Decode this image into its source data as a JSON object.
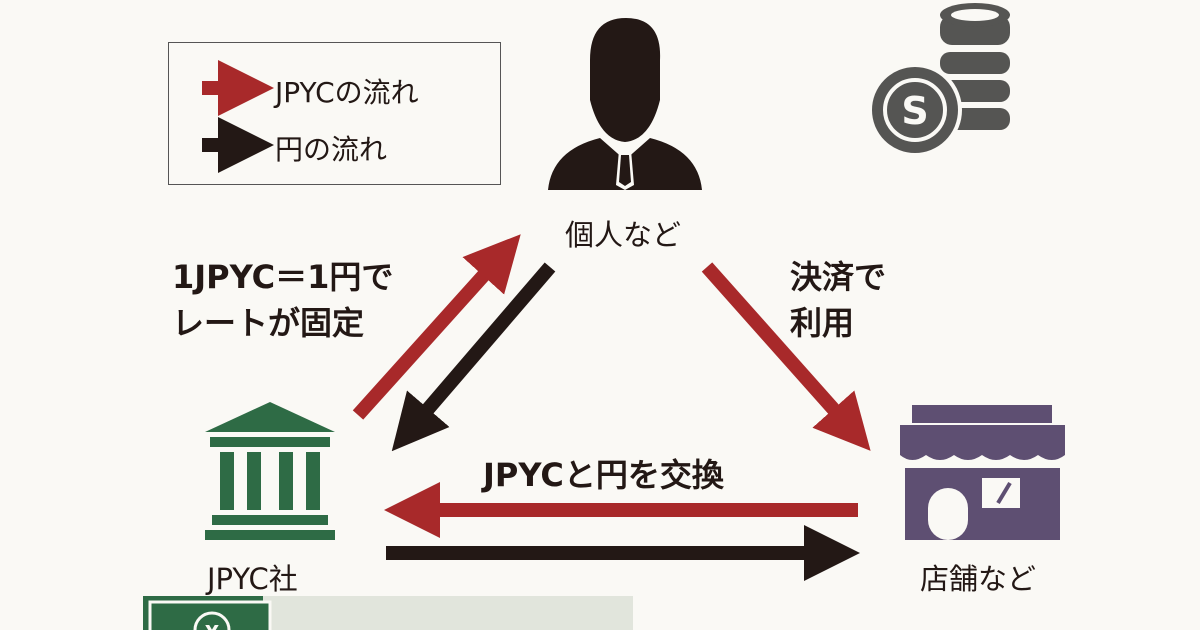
{
  "legend": {
    "items": [
      {
        "label": "JPYCの流れ",
        "color": "#a8292a"
      },
      {
        "label": "円の流れ",
        "color": "#231815"
      }
    ]
  },
  "nodes": {
    "individual": "個人など",
    "company": "JPYC社",
    "store": "店舗など"
  },
  "annotations": {
    "rate_line1": "1JPYC＝1円で",
    "rate_line2": "レートが固定",
    "payment_line1": "決済で",
    "payment_line2": "利用",
    "exchange": "JPYCと円を交換"
  },
  "colors": {
    "jpyc_flow": "#a8292a",
    "yen_flow": "#231815",
    "bank": "#2e6b45",
    "store": "#5e4f72",
    "coins": "#555553"
  }
}
